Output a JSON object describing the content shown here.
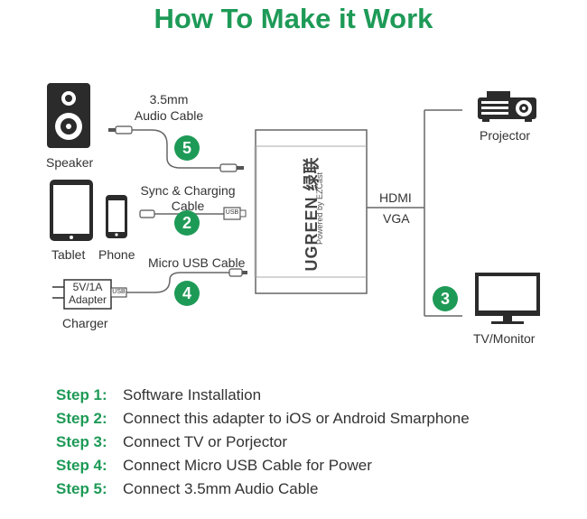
{
  "title": "How To Make it Work",
  "devices": {
    "speaker": "Speaker",
    "tablet": "Tablet",
    "phone": "Phone",
    "charger": "Charger",
    "adapter_line1": "5V/1A",
    "adapter_line2": "Adapter",
    "adapter_usb": "USB",
    "projector": "Projector",
    "tv": "TV/Monitor"
  },
  "cables": {
    "audio_line1": "3.5mm",
    "audio_line2": "Audio Cable",
    "sync_line1": "Sync & Charging",
    "sync_line2": "Cable",
    "sync_usb": "USB",
    "micro_usb": "Micro USB Cable"
  },
  "hub": {
    "brand": "UGREEN 绿联",
    "powered": "Powered by EZCast",
    "port_hdmi": "HDMI",
    "port_vga": "VGA"
  },
  "badges": {
    "b5": "5",
    "b2": "2",
    "b4": "4",
    "b3": "3"
  },
  "steps": [
    {
      "key": "Step 1:",
      "text": "Software Installation"
    },
    {
      "key": "Step 2:",
      "text": "Connect this adapter to iOS or Android Smarphone"
    },
    {
      "key": "Step 3:",
      "text": "Connect TV or Porjector"
    },
    {
      "key": "Step 4:",
      "text": "Connect Micro USB Cable for Power"
    },
    {
      "key": "Step 5:",
      "text": "Connect 3.5mm Audio Cable"
    }
  ],
  "colors": {
    "accent": "#1e9a57",
    "ink": "#333333",
    "line": "#666666"
  }
}
